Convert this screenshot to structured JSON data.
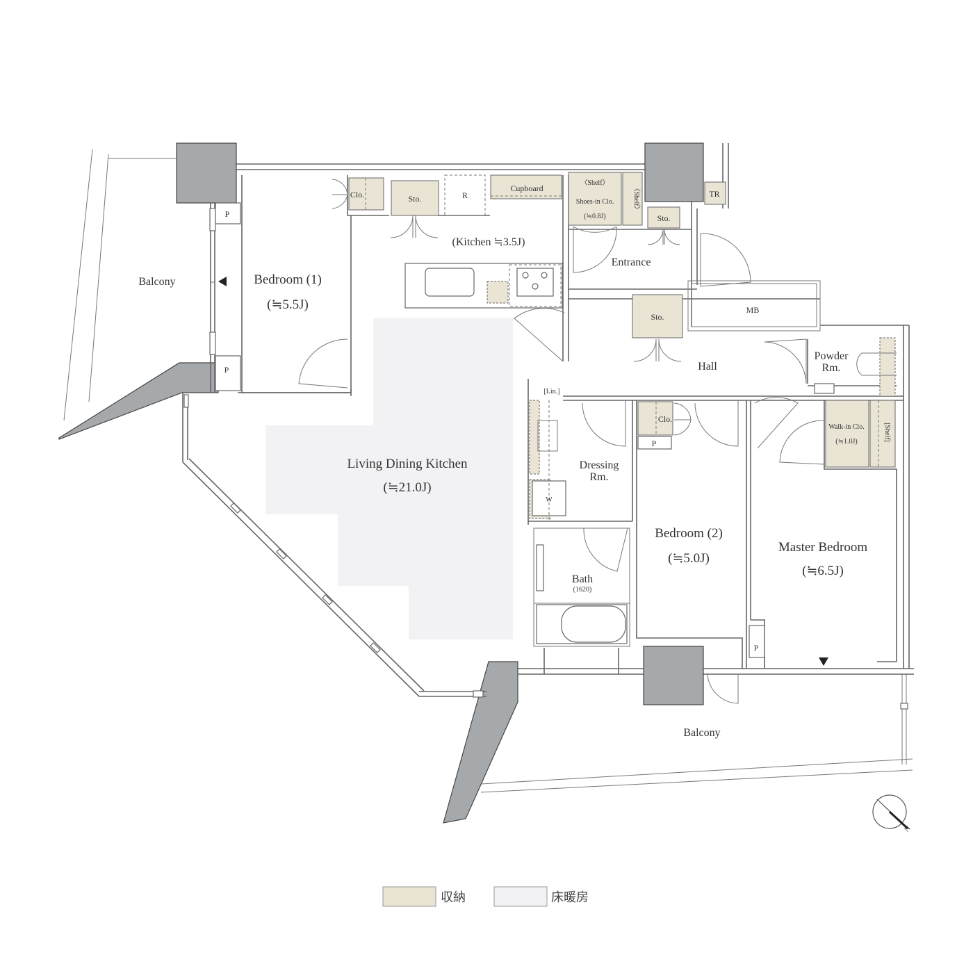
{
  "colors": {
    "storage": "#e9e4d4",
    "floor_heating": "#f2f2f4",
    "pillar": "#a6a9ac",
    "wall": "#666666"
  },
  "rooms": {
    "balcony_west": "Balcony",
    "bedroom1": "Bedroom (1)",
    "bedroom1_area": "(≒5.5J)",
    "ldk": "Living Dining Kitchen",
    "ldk_area": "(≒21.0J)",
    "kitchen": "(Kitchen ≒3.5J)",
    "entrance": "Entrance",
    "hall": "Hall",
    "powder_line1": "Powder",
    "powder_line2": "Rm.",
    "dressing_line1": "Dressing",
    "dressing_line2": "Rm.",
    "bath": "Bath",
    "bath_size": "(1620)",
    "bedroom2": "Bedroom (2)",
    "bedroom2_area": "(≒5.0J)",
    "master": "Master Bedroom",
    "master_area": "(≒6.5J)",
    "balcony_south": "Balcony",
    "mb": "MB",
    "tr": "TR"
  },
  "storage_labels": {
    "clo_bed1": "Clo.",
    "sto_kitchen": "Sto.",
    "refrigerator": "R",
    "cupboard": "Cupboard",
    "shelf_top": "〈Shelf〉",
    "shelf_side": "〈Shelf〉",
    "shoes_clo": "Shoes-in Clo.",
    "shoes_area": "(≒0.8J)",
    "sto_entrance": "Sto.",
    "sto_hall": "Sto.",
    "lin": "[Lin.]",
    "washer": "W",
    "clo_bed2": "Clo.",
    "walkin": "Walk-in Clo.",
    "walkin_area": "(≒1.0J)",
    "shelf_walkin": "[Shelf]"
  },
  "pipe_labels": {
    "p1": "P",
    "p2": "P",
    "p3": "P",
    "p4": "P"
  },
  "compass": {
    "north": "N"
  },
  "legend": {
    "storage": "収納",
    "floor_heating": "床暖房"
  }
}
